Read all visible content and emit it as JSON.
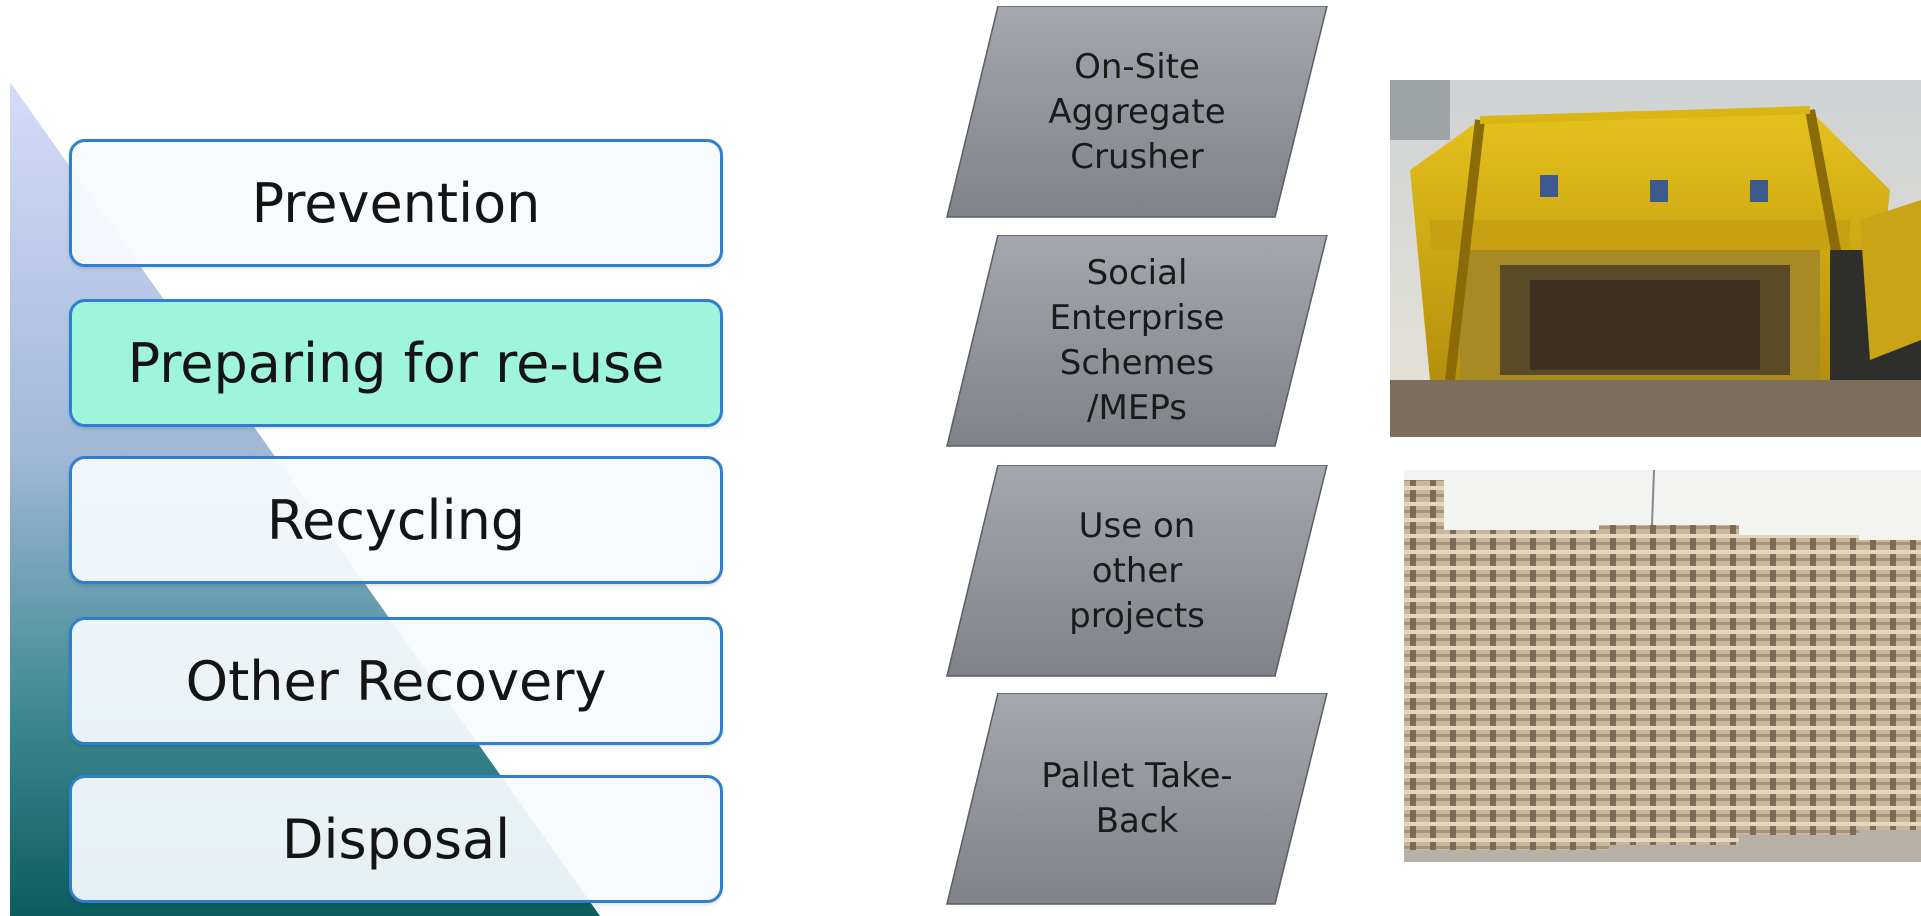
{
  "waste_hierarchy": {
    "tiers": [
      {
        "label": "Prevention",
        "highlighted": false
      },
      {
        "label": "Preparing for re-use",
        "highlighted": true
      },
      {
        "label": "Recycling",
        "highlighted": false
      },
      {
        "label": "Other Recovery",
        "highlighted": false
      },
      {
        "label": "Disposal",
        "highlighted": false
      }
    ]
  },
  "initiatives": [
    {
      "label": "On-Site\nAggregate\nCrusher"
    },
    {
      "label": "Social\nEnterprise\nSchemes\n/MEPs"
    },
    {
      "label": "Use on\nother\nprojects"
    },
    {
      "label": "Pallet Take-\nBack"
    }
  ],
  "photos": [
    {
      "subject": "aggregate-crusher"
    },
    {
      "subject": "pallet-stacks"
    }
  ],
  "colors": {
    "tier_border": "#2f7fd0",
    "tier_highlight": "#9ff5dc",
    "initiative_fill_top": "#a4a7ad",
    "initiative_fill_bottom": "#7f8389",
    "gradient_top": "#d4dcfa",
    "gradient_bottom": "#0b5d5f"
  }
}
